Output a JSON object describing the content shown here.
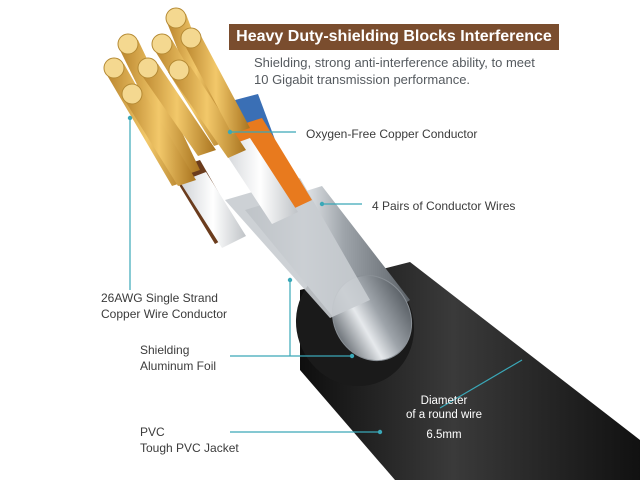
{
  "banner": {
    "title": "Heavy Duty-shielding Blocks Interference",
    "subtitle_line1": "Shielding, strong anti-interference ability, to meet",
    "subtitle_line2": "10 Gigabit transmission performance."
  },
  "callouts": {
    "conductor": "Oxygen-Free Copper Conductor",
    "pairs": "4 Pairs of Conductor Wires",
    "awg_line1": "26AWG Single Strand",
    "awg_line2": "Copper Wire Conductor",
    "shield_line1": "Shielding",
    "shield_line2": "Aluminum Foil",
    "diameter_line1": "Diameter",
    "diameter_line2": "of a round wire",
    "diameter_value": "6.5mm",
    "pvc_line1": "PVC",
    "pvc_line2": "Tough PVC Jacket"
  },
  "colors": {
    "banner_bg": "#7a4d2e",
    "callout_line": "#3aa8b8",
    "jacket": "#1b1b1b",
    "foil": "#c9ced3",
    "copper": "#d9a648",
    "wire_orange": "#e87a1e",
    "wire_white": "#f4f4f4",
    "wire_brown": "#6b3c1d",
    "wire_blue": "#3a6fb5"
  }
}
